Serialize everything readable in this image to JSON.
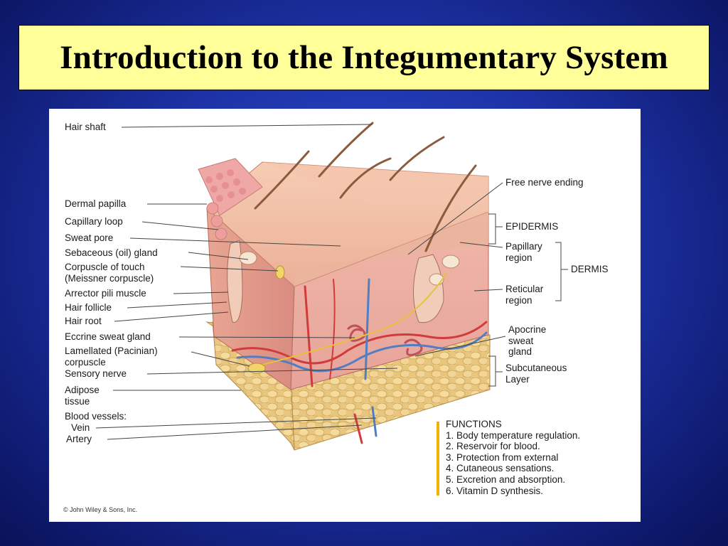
{
  "slide": {
    "title": "Introduction to the Integumentary System",
    "colors": {
      "background": "#1d33a8",
      "title_box": "#ffff99",
      "functions_bar": "#f0b400"
    }
  },
  "figure": {
    "left_labels": [
      {
        "id": "hair-shaft",
        "text": "Hair shaft"
      },
      {
        "id": "dermal-papilla",
        "text": "Dermal papilla"
      },
      {
        "id": "capillary-loop",
        "text": "Capillary loop"
      },
      {
        "id": "sweat-pore",
        "text": "Sweat pore"
      },
      {
        "id": "sebaceous-gland",
        "text": "Sebaceous (oil) gland"
      },
      {
        "id": "corpuscle-touch",
        "text": "Corpuscle of touch\n(Meissner corpuscle)"
      },
      {
        "id": "arrector-pili",
        "text": "Arrector pili muscle"
      },
      {
        "id": "hair-follicle",
        "text": "Hair follicle"
      },
      {
        "id": "hair-root",
        "text": "Hair root"
      },
      {
        "id": "eccrine-gland",
        "text": "Eccrine sweat gland"
      },
      {
        "id": "lamellated-corpuscle",
        "text": "Lamellated (Pacinian)\ncorpuscle"
      },
      {
        "id": "sensory-nerve",
        "text": "Sensory nerve"
      },
      {
        "id": "adipose-tissue",
        "text": "Adipose\ntissue"
      },
      {
        "id": "blood-vessels",
        "text": "Blood vessels:"
      },
      {
        "id": "vein",
        "text": "Vein"
      },
      {
        "id": "artery",
        "text": "Artery"
      }
    ],
    "right_labels": [
      {
        "id": "free-nerve-ending",
        "text": "Free nerve ending"
      },
      {
        "id": "epidermis",
        "text": "EPIDERMIS"
      },
      {
        "id": "papillary-region",
        "text": "Papillary\nregion"
      },
      {
        "id": "dermis",
        "text": "DERMIS"
      },
      {
        "id": "reticular-region",
        "text": "Reticular\nregion"
      },
      {
        "id": "apocrine-gland",
        "text": "Apocrine\nsweat\ngland"
      },
      {
        "id": "subcutaneous-layer",
        "text": "Subcutaneous\nLayer"
      }
    ],
    "functions": {
      "heading": "FUNCTIONS",
      "items": [
        "1. Body temperature regulation.",
        "2. Reservoir for blood.",
        "3. Protection from external",
        "4. Cutaneous sensations.",
        "5. Excretion and absorption.",
        "6. Vitamin D synthesis."
      ]
    },
    "copyright": "© John Wiley & Sons, Inc."
  }
}
